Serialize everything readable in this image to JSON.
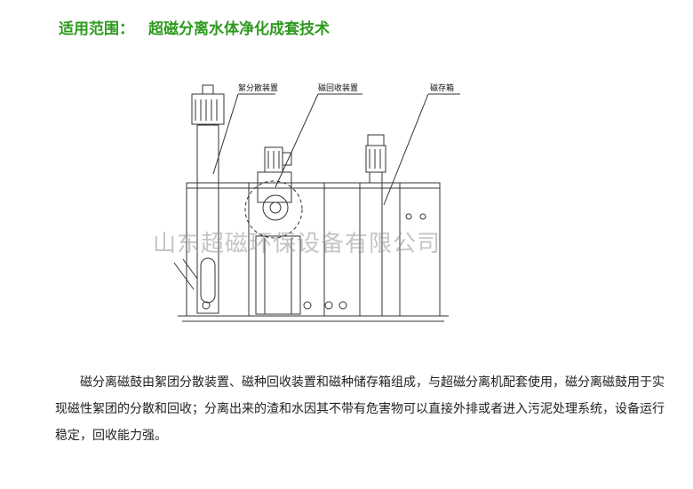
{
  "heading": {
    "label": "适用范围：",
    "title": "超磁分离水体净化成套技术"
  },
  "figure": {
    "callouts": [
      "絮分散装置",
      "磁回收装置",
      "磁存箱"
    ]
  },
  "watermark": "山东超磁环保设备有限公司",
  "body": {
    "paragraph": "磁分离磁鼓由絮团分散装置、磁种回收装置和磁种储存箱组成，与超磁分离机配套使用，磁分离磁鼓用于实现磁性絮团的分散和回收；分离出来的渣和水因其不带有危害物可以直接外排或者进入污泥处理系统，设备运行稳定，回收能力强。"
  }
}
